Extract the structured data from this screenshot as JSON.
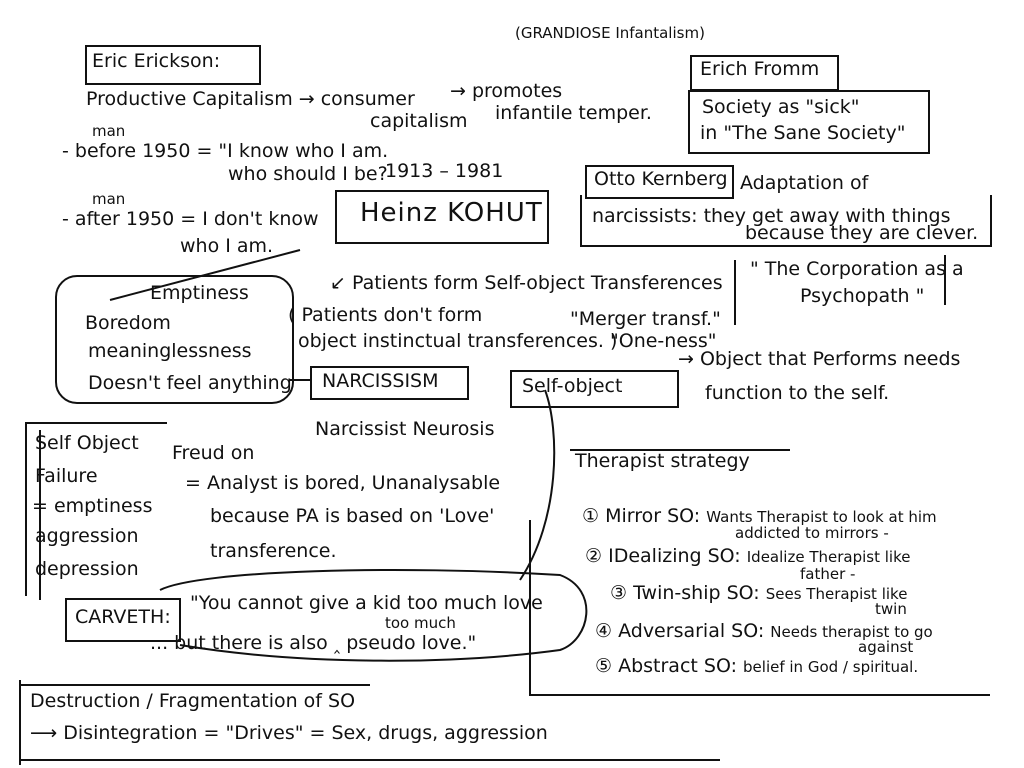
{
  "erikson": {
    "title": "Eric Erickson:",
    "line1": "Productive Capitalism → consumer",
    "line1b": "capitalism",
    "promotes": "→ promotes",
    "infantile": "infantile temper.",
    "grandiose": "(GRANDIOSE Infantalism)",
    "before_man": "man",
    "before": "- before 1950 = \"I know who I am.",
    "before2": "who should I be?",
    "after_man": "man",
    "after": "- after 1950 = I don't know",
    "after2": "who I am."
  },
  "fromm": {
    "title": "Erich Fromm",
    "line1": "Society as \"sick\"",
    "line2": "in \"The Sane Society\""
  },
  "kohut": {
    "years": "1913 – 1981",
    "name": "Heinz KOHUT"
  },
  "kernberg": {
    "title": "Otto Kernberg",
    "adaptation": "Adaptation of",
    "line1": "narcissists: they get away with things",
    "line2": "because they are clever.",
    "corp1": "\" The Corporation as a",
    "corp2": "Psychopath \""
  },
  "emptiness": {
    "items": [
      "Emptiness",
      "Boredom",
      "meaninglessness",
      "Doesn't feel anything"
    ]
  },
  "transference": {
    "form": "↙ Patients form Self-object Transferences",
    "dont1": "( Patients don't form",
    "dont2": "object instinctual transferences. )",
    "merger": "\"Merger transf.\"",
    "oneness": "\"One-ness\""
  },
  "narcissism": {
    "label": "NARCISSISM",
    "neurosis": "Narcissist Neurosis"
  },
  "selfobject": {
    "label": "Self-object",
    "def1": "→ Object that Performs needs",
    "def2": "function to the self."
  },
  "failure": {
    "items": [
      "Self Object",
      "Failure",
      "= emptiness",
      "aggression",
      "depression"
    ]
  },
  "freud": {
    "title": "Freud on",
    "line1": "= Analyst is bored, Unanalysable",
    "line2": "because PA is based on 'Love'",
    "line3": "transference."
  },
  "therapist": {
    "title": "Therapist strategy",
    "items": [
      {
        "num": "①",
        "name": "Mirror SO:",
        "desc": "Wants Therapist to look at him",
        "desc2": "addicted to mirrors -"
      },
      {
        "num": "②",
        "name": "IDealizing SO:",
        "desc": "Idealize Therapist like",
        "desc2": "father -"
      },
      {
        "num": "③",
        "name": "Twin-ship SO:",
        "desc": "Sees Therapist like",
        "desc2": "twin"
      },
      {
        "num": "④",
        "name": "Adversarial SO:",
        "desc": "Needs therapist to go",
        "desc2": "against"
      },
      {
        "num": "⑤",
        "name": "Abstract SO:",
        "desc": "belief in God / spiritual.",
        "desc2": ""
      }
    ]
  },
  "carveth": {
    "label": "CARVETH:",
    "quote1": "\"You cannot give a kid too much love",
    "quote2": "... but there is also ‸ pseudo love.\"",
    "insert": "too much"
  },
  "destruction": {
    "line1": "Destruction / Fragmentation of SO",
    "line2": "⟶ Disintegration = \"Drives\" = Sex, drugs, aggression"
  }
}
